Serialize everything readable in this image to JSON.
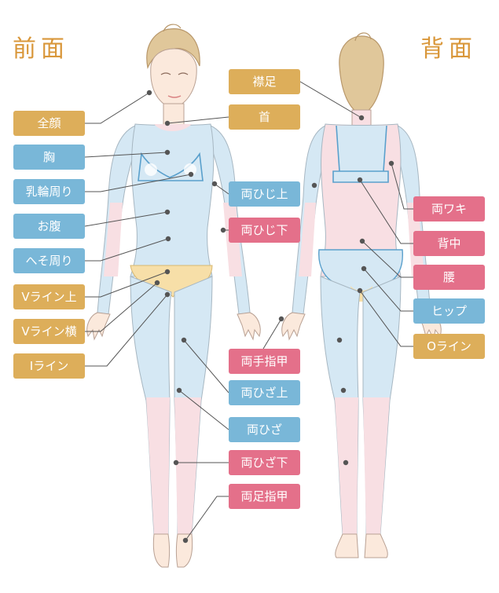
{
  "headings": {
    "front": "前面",
    "back": "背面"
  },
  "colors": {
    "gold": "#ddae5a",
    "blue": "#79b7d8",
    "pink": "#e4708a",
    "heading": "#d9973a",
    "zone_blue": "#d5e8f4",
    "zone_pink": "#f8dfe3",
    "zone_gold": "#f7dfa8"
  },
  "labels": {
    "front_full_face": "全顔",
    "front_chest": "胸",
    "front_areola": "乳輪周り",
    "front_belly": "お腹",
    "front_navel": "へそ周り",
    "front_v_upper": "Vライン上",
    "front_v_side": "Vライン横",
    "front_i_line": "Iライン",
    "nape": "襟足",
    "neck": "首",
    "elbow_upper": "両ひじ上",
    "elbow_lower": "両ひじ下",
    "hand_back": "両手指甲",
    "knee_upper": "両ひざ上",
    "knee": "両ひざ",
    "knee_lower": "両ひざ下",
    "foot_back": "両足指甲",
    "back_armpit": "両ワキ",
    "back_mid": "背中",
    "back_waist": "腰",
    "back_hip": "ヒップ",
    "back_o_line": "Oライン"
  }
}
